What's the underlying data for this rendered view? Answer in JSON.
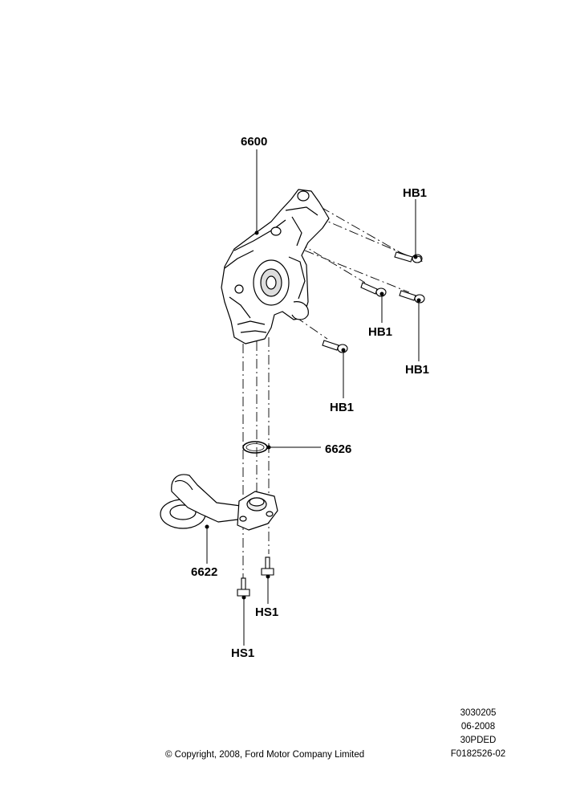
{
  "callouts": {
    "pump": "6600",
    "bolt_top": "HB1",
    "bolt_mid": "HB1",
    "bolt_right": "HB1",
    "bolt_low": "HB1",
    "oring": "6626",
    "pickup": "6622",
    "screw_right": "HS1",
    "screw_left": "HS1"
  },
  "footer": {
    "copyright": "© Copyright, 2008, Ford Motor Company Limited",
    "code1": "3030205",
    "code2": "06-2008",
    "code3": "30PDED",
    "code4": "F0182526-02"
  }
}
